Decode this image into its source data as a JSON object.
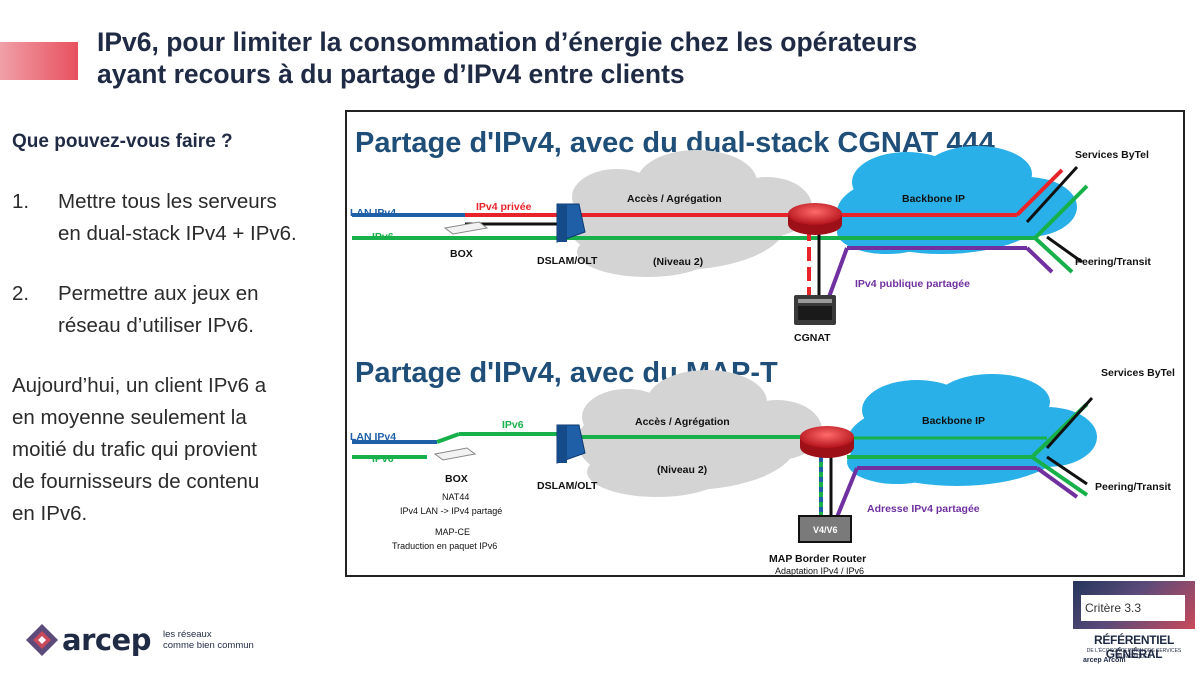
{
  "slide": {
    "title_line1": "IPv6, pour limiter la consommation d’énergie chez les opérateurs",
    "title_line2": "ayant recours à du partage d’IPv4 entre clients"
  },
  "left": {
    "question": "Que pouvez-vous faire ?",
    "items": [
      {
        "num": "1.",
        "text_line1": "Mettre tous les serveurs",
        "text_line2": "en dual-stack IPv4 + IPv6."
      },
      {
        "num": "2.",
        "text_line1": "Permettre aux jeux en",
        "text_line2": "réseau d’utiliser IPv6."
      }
    ],
    "paragraph_lines": [
      "Aujourd’hui, un client IPv6 a",
      "en moyenne seulement la",
      "moitié du trafic qui provient",
      "de fournisseurs de contenu",
      "en IPv6."
    ]
  },
  "diagram_top": {
    "heading": "Partage d'IPv4, avec du dual-stack CGNAT 444",
    "lan_ipv4": "LAN IPv4",
    "ipv6": "IPv6",
    "ipv4_privee": "IPv4 privée",
    "box": "BOX",
    "dslam": "DSLAM/OLT",
    "acces": "Accès / Agrégation",
    "niveau": "(Niveau 2)",
    "backbone": "Backbone IP",
    "services": "Services ByTel",
    "peering": "Peering/Transit",
    "ipv4_publique": "IPv4 publique partagée",
    "cgnat": "CGNAT"
  },
  "diagram_bottom": {
    "heading": "Partage d'IPv4, avec du MAP-T",
    "lan_ipv4": "LAN IPv4",
    "ipv6_left": "IPv6",
    "ipv6_line": "IPv6",
    "box": "BOX",
    "nat44": "NAT44",
    "nat44_desc": "IPv4 LAN -> IPv4 partagé",
    "mapce": "MAP-CE",
    "mapce_desc": "Traduction en paquet IPv6",
    "dslam": "DSLAM/OLT",
    "acces": "Accès / Agrégation",
    "niveau": "(Niveau 2)",
    "backbone": "Backbone IP",
    "services": "Services ByTel",
    "peering": "Peering/Transit",
    "adresse": "Adresse IPv4 partagée",
    "v4v6": "V4/V6",
    "map_router": "MAP Border Router",
    "adaptation": "Adaptation IPv4 / IPv6"
  },
  "footer": {
    "logo_word": "arcep",
    "logo_tag_line1": "les réseaux",
    "logo_tag_line2": "comme bien commun",
    "badge_label": "Critère 3.3",
    "badge_title": "RÉFÉRENTIEL GÉNÉRAL",
    "badge_sub": "DE L'ÉCOCONCEPTION DES SERVICES NUMÉRIQUES",
    "badge_logos": "arcep  Arcom"
  },
  "colors": {
    "ipv4_red": "#e8232a",
    "ipv6_green": "#17b04a",
    "lan_blue": "#1f5fa8",
    "purple": "#7030a0",
    "cloud": "#cfcfcf",
    "backbone_cloud": "#2ab0e8",
    "title_navy": "#1f2a44"
  }
}
